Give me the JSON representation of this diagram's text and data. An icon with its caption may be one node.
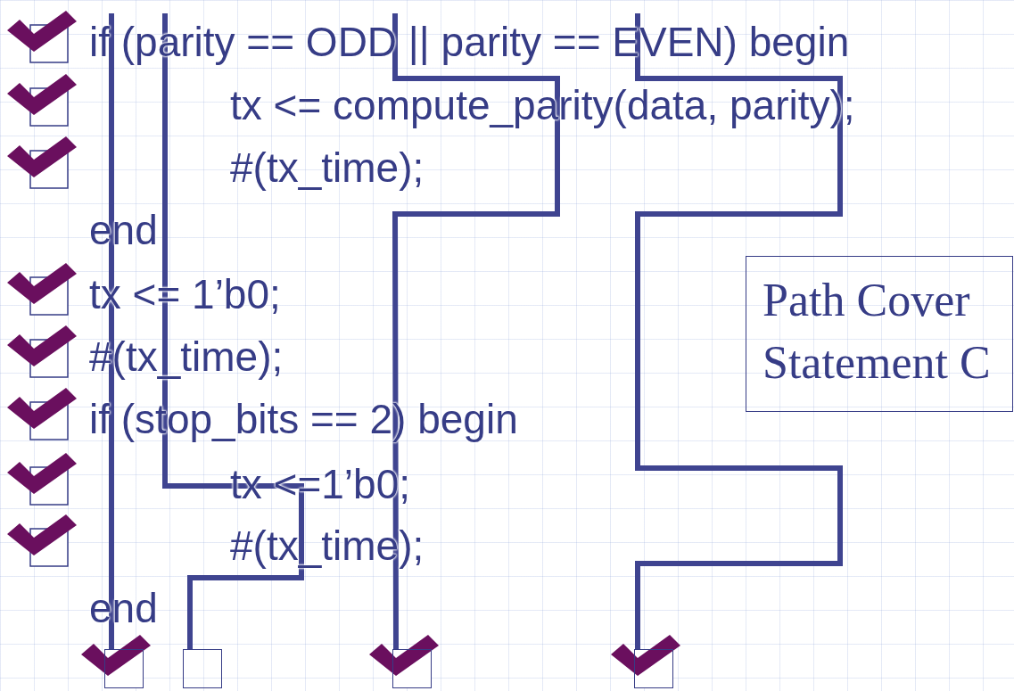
{
  "diagram": {
    "nodes": [
      {
        "text": [
          "Path Cover",
          "Statement C"
        ]
      },
      {
        "text": [],
        "shape": "box"
      },
      {
        "text": [],
        "shape": "box"
      },
      {
        "text": [],
        "shape": "box"
      },
      {
        "text": [],
        "shape": "box"
      }
    ],
    "edges": [
      {
        "from": null,
        "to": 1,
        "arrow": "none"
      },
      {
        "from": null,
        "to": 2,
        "arrow": "none"
      },
      {
        "from": null,
        "to": 3,
        "arrow": "none"
      },
      {
        "from": null,
        "to": 4,
        "arrow": "none"
      }
    ],
    "labels": [
      "if (parity == ODD || parity == EVEN) begin",
      "tx <= compute_parity(data, parity);",
      "#(tx_time);",
      "end",
      "tx <= 1’b0;",
      "#(tx_time);",
      "if (stop_bits == 2) begin",
      "tx <=1’b0;",
      "#(tx_time);",
      "end"
    ]
  }
}
